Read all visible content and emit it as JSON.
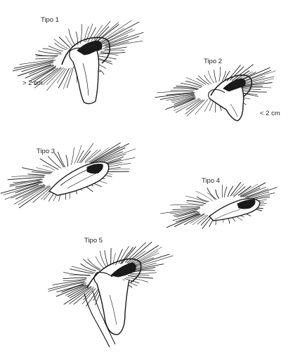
{
  "figure": {
    "panels": [
      {
        "label": "Tipo 1",
        "measure": "> 2 cm"
      },
      {
        "label": "Tipo 2",
        "measure": "< 2 cm"
      },
      {
        "label": "Tipo 3"
      },
      {
        "label": "Tipo 4"
      },
      {
        "label": "Tipo 5"
      }
    ],
    "colors": {
      "ink": "#1a1a1a",
      "paper": "#ffffff"
    }
  }
}
